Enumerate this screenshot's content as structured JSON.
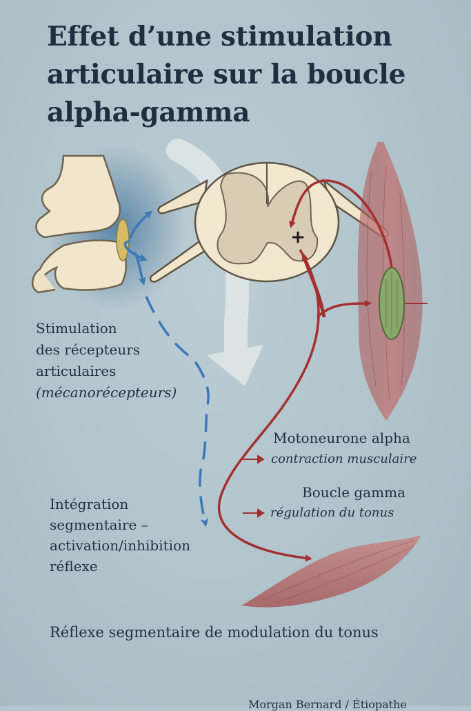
{
  "title": "Effet d’une stimulation articulaire sur la boucle alpha-gamma",
  "labels": {
    "stimulation_line1": "Stimulation",
    "stimulation_line2": "des récepteurs",
    "stimulation_line3": "articulaires",
    "stimulation_line4": "(mécanorécepteurs)",
    "integration_line1": "Intégration",
    "integration_line2": "segmentaire –",
    "integration_line3": "activation/inhibition",
    "integration_line4": "réflexe",
    "alpha_title": "Motoneurone alpha",
    "alpha_effect": "contraction musculaire",
    "gamma_title": "Boucle gamma",
    "gamma_effect": "régulation du tonus",
    "spinal_sign": "+"
  },
  "footer": "Réflexe segmentaire de modulation du tonus",
  "credit": "Morgan Bernard / Étiopathe",
  "colors": {
    "background": "#b3c5cd",
    "afferent_blue": "#3b78b8",
    "efferent_red": "#a3302f",
    "bone": "#f1e6cc",
    "muscle": "#b86b6b",
    "spindle": "#8aa86b"
  },
  "icons": [
    "joint-illustration",
    "spinal-cord-illustration",
    "muscle-illustration",
    "muscle-spindle-illustration"
  ]
}
